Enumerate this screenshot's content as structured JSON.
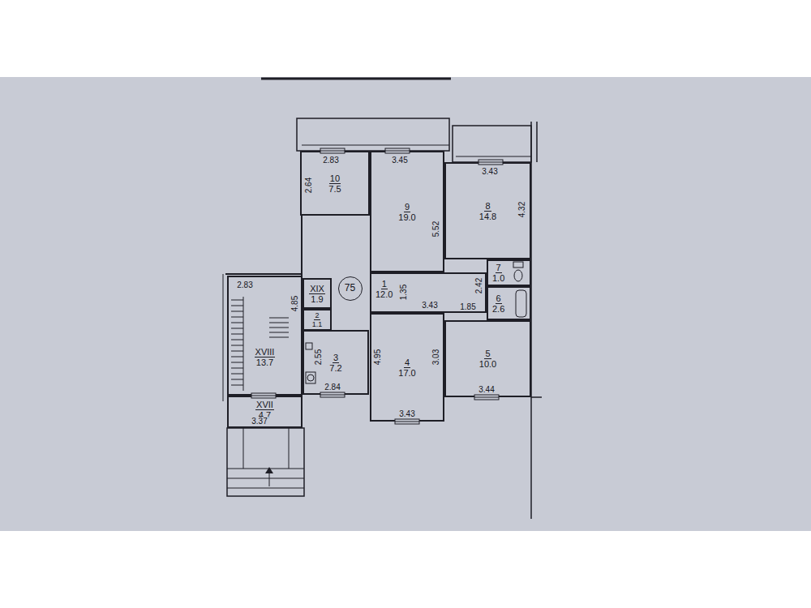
{
  "diagram": {
    "nodes": [
      {
        "text": [
          "10",
          "7.5"
        ]
      },
      {
        "text": [
          "9",
          "19.0"
        ]
      },
      {
        "text": [
          "8",
          "14.8"
        ]
      },
      {
        "text": [
          "XVIII",
          "13.7"
        ]
      },
      {
        "text": [
          "XIX",
          "1.9"
        ]
      },
      {
        "text": [
          "75"
        ]
      },
      {
        "text": [
          "1",
          "12.0"
        ]
      },
      {
        "text": [
          "7",
          "1.0"
        ]
      },
      {
        "text": [
          "2",
          "1.1"
        ]
      },
      {
        "text": [
          "6",
          "2.6"
        ]
      },
      {
        "text": [
          "3",
          "7.2"
        ]
      },
      {
        "text": [
          "4",
          "17.0"
        ]
      },
      {
        "text": [
          "5",
          "10.0"
        ]
      },
      {
        "text": [
          "XVII",
          "4.7"
        ]
      }
    ],
    "labels": [
      "2.83",
      "2.64",
      "3.45",
      "5.52",
      "3.43",
      "4.32",
      "2.83",
      "4.85",
      "1.35",
      "3.43",
      "2.42",
      "1.85",
      "2.55",
      "4.95",
      "3.03",
      "2.84",
      "3.43",
      "3.44",
      "3.37"
    ]
  }
}
